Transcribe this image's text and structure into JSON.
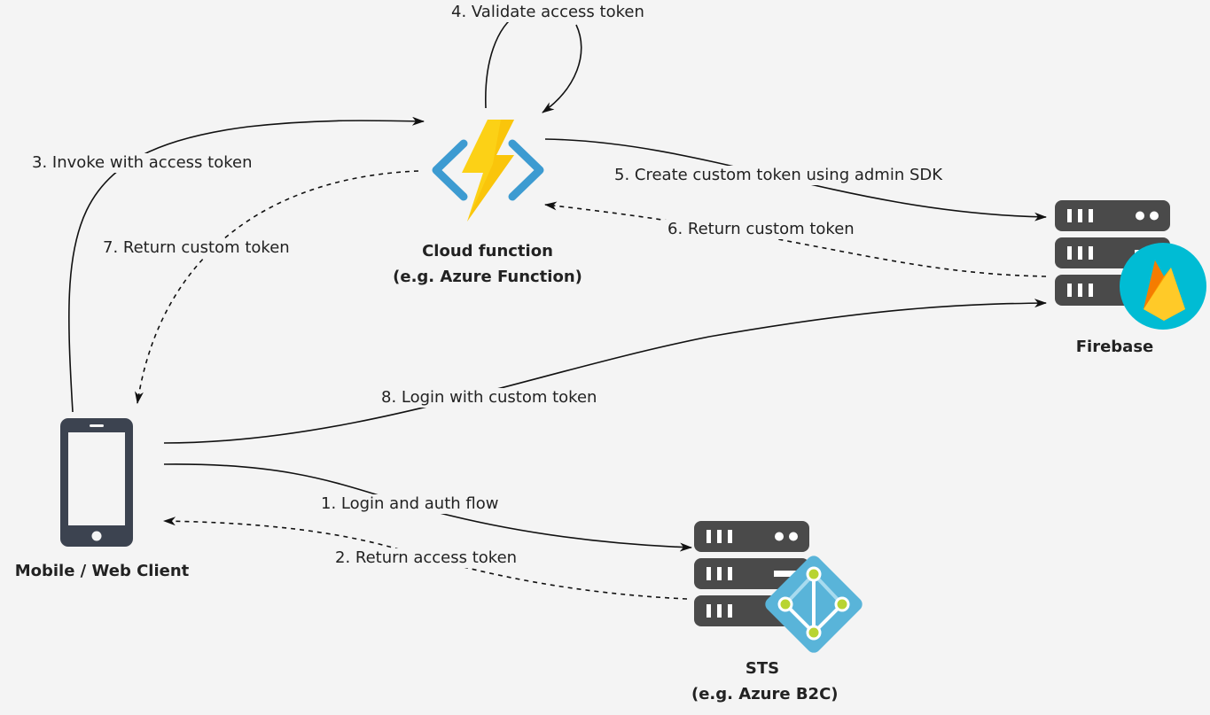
{
  "nodes": {
    "cloud_function": {
      "line1": "Cloud function",
      "line2": "(e.g. Azure Function)",
      "icon": "azure-function-icon"
    },
    "firebase": {
      "label": "Firebase",
      "icon": "firebase-server-icon"
    },
    "client": {
      "label": "Mobile / Web Client",
      "icon": "mobile-phone-icon"
    },
    "sts": {
      "line1": "STS",
      "line2": "(e.g. Azure B2C)",
      "icon": "azure-ad-server-icon"
    }
  },
  "edges": [
    {
      "label": "1. Login and auth flow",
      "style": "solid"
    },
    {
      "label": "2. Return access token",
      "style": "dashed"
    },
    {
      "label": "3. Invoke with access token",
      "style": "solid"
    },
    {
      "label": "4. Validate access token",
      "style": "solid"
    },
    {
      "label": "5. Create custom token using admin SDK",
      "style": "solid"
    },
    {
      "label": "6. Return custom token",
      "style": "dashed"
    },
    {
      "label": "7. Return custom token",
      "style": "dashed"
    },
    {
      "label": "8. Login with custom token",
      "style": "solid"
    }
  ],
  "colors": {
    "server": "#4a4a4a",
    "azure_blue": "#3d9bd1",
    "bolt": "#fcd116",
    "firebase_bg": "#00bcd4",
    "firebase_flame": "#ffca28",
    "ad_blue": "#59b4d9",
    "ad_node": "#b8d432"
  }
}
